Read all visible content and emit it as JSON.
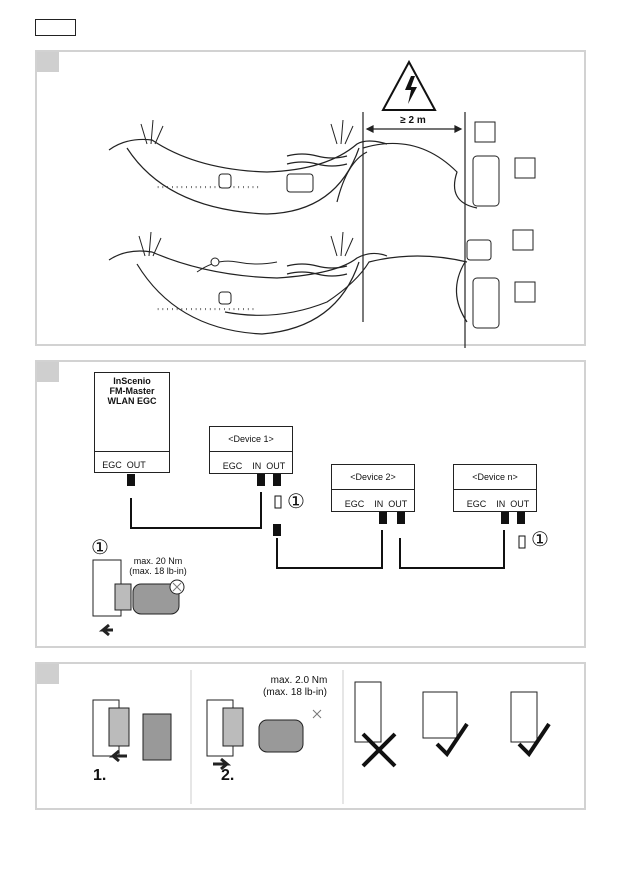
{
  "top": {
    "lang_box": ""
  },
  "panel1": {
    "distance_label": "≥ 2 m"
  },
  "panel2": {
    "master": {
      "line1": "InScenio",
      "line2": "FM-Master",
      "line3": "WLAN EGC",
      "ports": "EGC  OUT"
    },
    "device1": {
      "name": "<Device 1>",
      "ports": "EGC    IN  OUT"
    },
    "device2": {
      "name": "<Device 2>",
      "ports": "EGC    IN  OUT"
    },
    "devicen": {
      "name": "<Device n>",
      "ports": "EGC    IN  OUT"
    },
    "marker": "①",
    "torque_line1": "max. 20 Nm",
    "torque_line2": "(max. 18 lb-in)"
  },
  "panel3": {
    "step1": "1.",
    "step2": "2.",
    "torque_line1": "max. 2.0 Nm",
    "torque_line2": "(max. 18 lb-in)"
  }
}
